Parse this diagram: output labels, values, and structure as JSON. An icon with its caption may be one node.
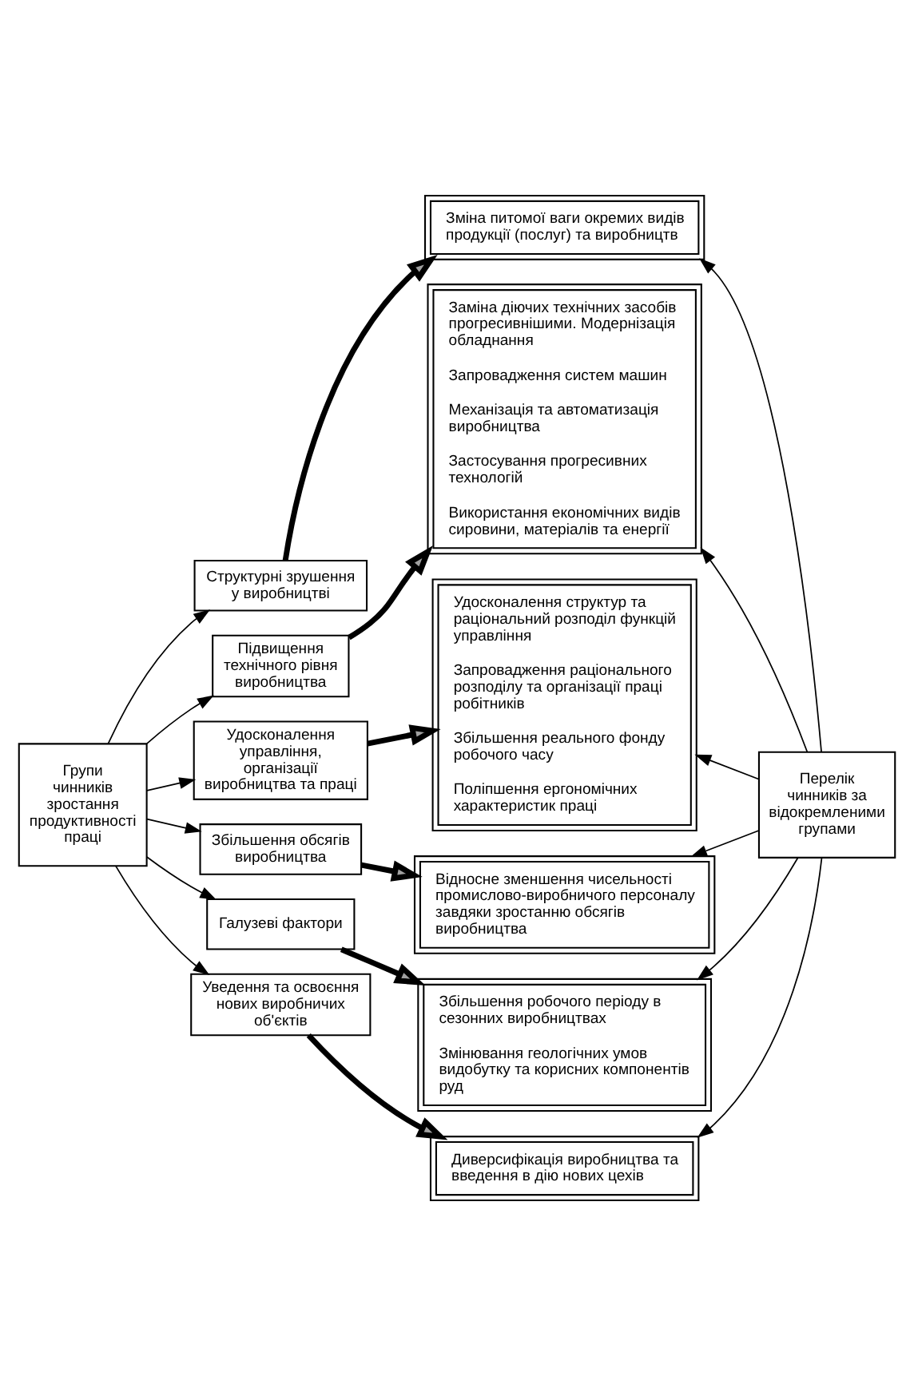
{
  "diagram": {
    "nodes": [
      {
        "text": [
          "Групи чинників зростання продуктивності праці"
        ]
      },
      {
        "text": [
          "Перелік чинників за відокремленими групами"
        ]
      },
      {
        "text": [
          "Структурні зрушення у виробництві"
        ]
      },
      {
        "text": [
          "Підвищення технічного рівня виробництва"
        ]
      },
      {
        "text": [
          "Удосконалення управління, організації виробництва та праці"
        ]
      },
      {
        "text": [
          "Збільшення обсягів виробництва"
        ]
      },
      {
        "text": [
          "Галузеві фактори"
        ]
      },
      {
        "text": [
          "Уведення та освоєння нових виробничих об'єктів"
        ]
      },
      {
        "text": [
          "Зміна питомої ваги окремих видів продукції (послуг) та виробництв"
        ]
      },
      {
        "text": [
          "Заміна діючих технічних засобів прогресивнішими. Модернізація обладнання",
          "Запровадження систем машин",
          "Механізація та автоматизація виробництва",
          "Застосування прогресивних технологій",
          "Використання економічних видів сировини, матеріалів та енергії"
        ]
      },
      {
        "text": [
          "Удосконалення структур та раціональний розподіл функцій управління",
          "Запровадження раціонального розподілу та організації праці робітників",
          "Збільшення реального фонду робочого часу",
          "Поліпшення ергономічних характеристик праці"
        ]
      },
      {
        "text": [
          "Відносне зменшення чисельності промислово-виробничого персоналу завдяки зростанню обсягів виробництва"
        ]
      },
      {
        "text": [
          "Збільшення робочого періоду в сезонних виробництвах",
          "Змінювання геологічних умов видобутку та корисних компонентів руд"
        ]
      },
      {
        "text": [
          "Диверсифікація виробництва та введення в дію нових цехів"
        ]
      }
    ],
    "edges": [
      {
        "from": 0,
        "to": 2,
        "arrow": "to"
      },
      {
        "from": 0,
        "to": 3,
        "arrow": "to"
      },
      {
        "from": 0,
        "to": 4,
        "arrow": "to"
      },
      {
        "from": 0,
        "to": 5,
        "arrow": "to"
      },
      {
        "from": 0,
        "to": 6,
        "arrow": "to"
      },
      {
        "from": 0,
        "to": 7,
        "arrow": "to"
      },
      {
        "from": 2,
        "to": 8,
        "arrow": "to",
        "style": "thick"
      },
      {
        "from": 3,
        "to": 9,
        "arrow": "to",
        "style": "thick"
      },
      {
        "from": 4,
        "to": 10,
        "arrow": "to",
        "style": "thick"
      },
      {
        "from": 5,
        "to": 11,
        "arrow": "to",
        "style": "thick"
      },
      {
        "from": 6,
        "to": 12,
        "arrow": "to",
        "style": "thick"
      },
      {
        "from": 7,
        "to": 13,
        "arrow": "to",
        "style": "thick"
      },
      {
        "from": 1,
        "to": 8,
        "arrow": "to"
      },
      {
        "from": 1,
        "to": 9,
        "arrow": "to"
      },
      {
        "from": 1,
        "to": 10,
        "arrow": "to"
      },
      {
        "from": 1,
        "to": 11,
        "arrow": "to"
      },
      {
        "from": 1,
        "to": 12,
        "arrow": "to"
      },
      {
        "from": 1,
        "to": 13,
        "arrow": "to"
      }
    ]
  }
}
